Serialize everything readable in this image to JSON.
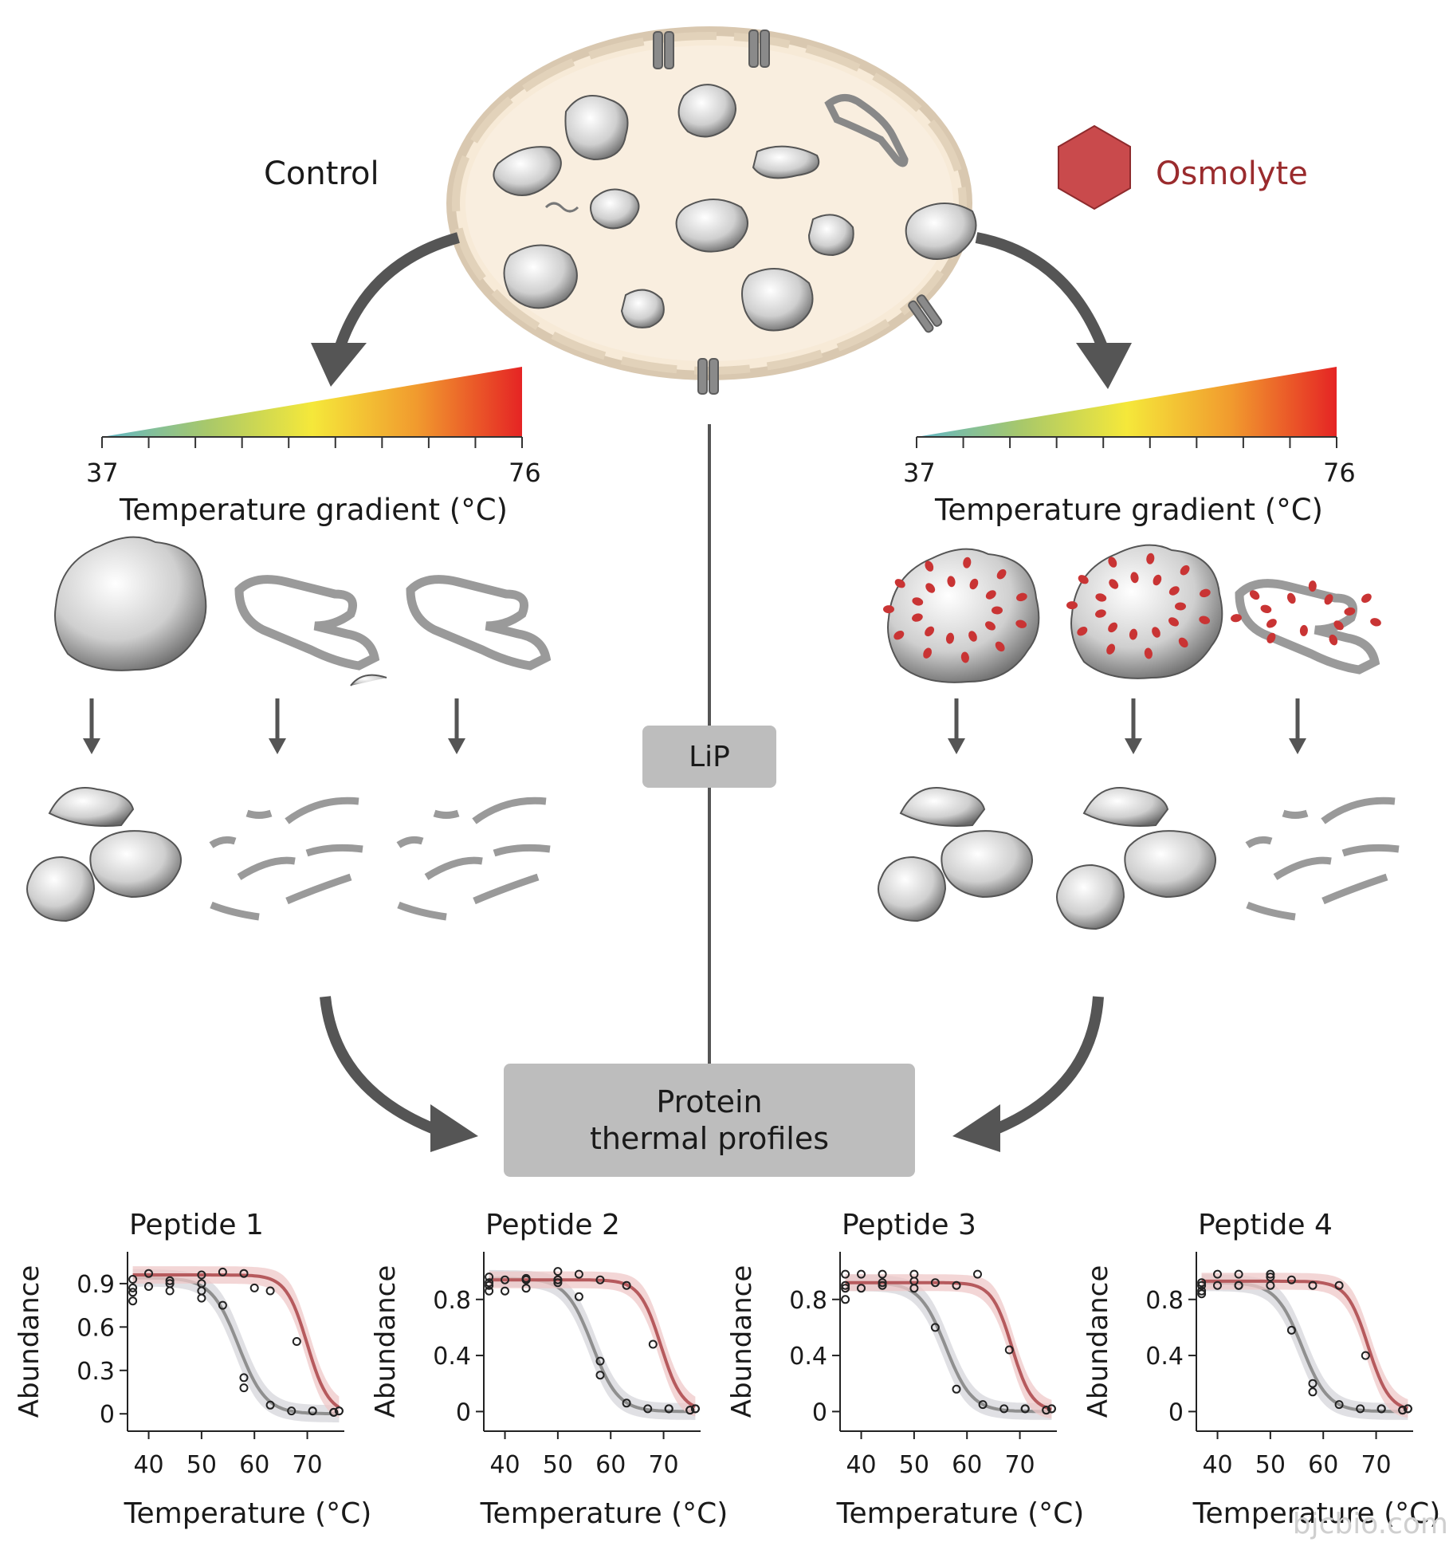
{
  "labels": {
    "control": "Control",
    "osmolyte": "Osmolyte",
    "lip": "LiP",
    "profiles_line1": "Protein",
    "profiles_line2": "thermal profiles",
    "watermark": "bjcbio.com"
  },
  "gradient": {
    "min_label": "37",
    "max_label": "76",
    "title": "Temperature gradient (°C)",
    "tick_count": 10
  },
  "colors": {
    "control_curve": "#8f8f8f",
    "osmolyte_curve": "#b65a5d",
    "osmolyte_icon": "#c94a4c",
    "osmolyte_text": "#9a2b2d",
    "cell_fill": "#f7ead7",
    "box_fill": "#bdbdbd",
    "arrow": "#555555"
  },
  "plot_common": {
    "ylabel": "Abundance",
    "xlabel": "Temperature (°C)",
    "x_ticks": [
      40,
      50,
      60,
      70
    ],
    "x_range": [
      36,
      77
    ]
  },
  "chart_data": [
    {
      "type": "line",
      "title": "Peptide 1",
      "ylim": [
        -0.12,
        1.12
      ],
      "y_ticks": [
        "0",
        "0.3",
        "0.6",
        "0.9"
      ],
      "y_tick_values": [
        0,
        0.3,
        0.6,
        0.9
      ],
      "series": [
        {
          "role": "control",
          "curve": {
            "top": 0.94,
            "mid": 57,
            "slope": 1.25
          },
          "points": [
            [
              37,
              0.93
            ],
            [
              37,
              0.87
            ],
            [
              40,
              0.97
            ],
            [
              44,
              0.85
            ],
            [
              44,
              0.92
            ],
            [
              50,
              0.8
            ],
            [
              50,
              0.85
            ],
            [
              54,
              0.75
            ],
            [
              58,
              0.25
            ],
            [
              58,
              0.18
            ],
            [
              63,
              0.06
            ],
            [
              67,
              0.02
            ],
            [
              71,
              0.02
            ],
            [
              75,
              0.01
            ],
            [
              76,
              0.02
            ]
          ]
        },
        {
          "role": "osmolyte",
          "curve": {
            "top": 0.96,
            "mid": 70,
            "slope": 1.6
          },
          "points": [
            [
              37,
              0.78
            ],
            [
              37,
              0.84
            ],
            [
              40,
              0.88
            ],
            [
              44,
              0.9
            ],
            [
              50,
              0.96
            ],
            [
              50,
              0.9
            ],
            [
              54,
              0.98
            ],
            [
              58,
              0.97
            ],
            [
              60,
              0.87
            ],
            [
              63,
              0.85
            ],
            [
              68,
              0.5
            ],
            [
              71,
              0.02
            ],
            [
              75,
              0.01
            ],
            [
              76,
              0.02
            ]
          ]
        }
      ]
    },
    {
      "type": "line",
      "title": "Peptide 2",
      "ylim": [
        -0.14,
        1.14
      ],
      "y_ticks": [
        "0",
        "0.4",
        "0.8"
      ],
      "y_tick_values": [
        0,
        0.4,
        0.8
      ],
      "series": [
        {
          "role": "control",
          "curve": {
            "top": 0.95,
            "mid": 56.5,
            "slope": 1.3
          },
          "points": [
            [
              37,
              0.96
            ],
            [
              37,
              0.9
            ],
            [
              40,
              0.94
            ],
            [
              44,
              0.88
            ],
            [
              44,
              0.95
            ],
            [
              50,
              0.94
            ],
            [
              50,
              0.92
            ],
            [
              54,
              0.82
            ],
            [
              58,
              0.36
            ],
            [
              58,
              0.26
            ],
            [
              63,
              0.06
            ],
            [
              67,
              0.02
            ],
            [
              71,
              0.02
            ],
            [
              75,
              0.01
            ],
            [
              76,
              0.02
            ]
          ]
        },
        {
          "role": "osmolyte",
          "curve": {
            "top": 0.94,
            "mid": 69.5,
            "slope": 1.6
          },
          "points": [
            [
              37,
              0.86
            ],
            [
              37,
              0.92
            ],
            [
              40,
              0.86
            ],
            [
              44,
              0.94
            ],
            [
              50,
              1.0
            ],
            [
              50,
              0.94
            ],
            [
              54,
              0.98
            ],
            [
              58,
              0.94
            ],
            [
              63,
              0.9
            ],
            [
              68,
              0.48
            ],
            [
              71,
              0.02
            ],
            [
              75,
              0.01
            ],
            [
              76,
              0.02
            ]
          ]
        }
      ]
    },
    {
      "type": "line",
      "title": "Peptide 3",
      "ylim": [
        -0.14,
        1.14
      ],
      "y_ticks": [
        "0",
        "0.4",
        "0.8"
      ],
      "y_tick_values": [
        0,
        0.4,
        0.8
      ],
      "series": [
        {
          "role": "control",
          "curve": {
            "top": 0.92,
            "mid": 56,
            "slope": 1.3
          },
          "points": [
            [
              37,
              0.98
            ],
            [
              37,
              0.9
            ],
            [
              40,
              0.98
            ],
            [
              44,
              0.9
            ],
            [
              44,
              0.98
            ],
            [
              50,
              0.93
            ],
            [
              50,
              0.88
            ],
            [
              54,
              0.6
            ],
            [
              58,
              0.16
            ],
            [
              63,
              0.05
            ],
            [
              67,
              0.02
            ],
            [
              71,
              0.02
            ],
            [
              75,
              0.01
            ],
            [
              76,
              0.02
            ]
          ]
        },
        {
          "role": "osmolyte",
          "curve": {
            "top": 0.92,
            "mid": 68.5,
            "slope": 1.7
          },
          "points": [
            [
              37,
              0.8
            ],
            [
              37,
              0.88
            ],
            [
              40,
              0.88
            ],
            [
              44,
              0.92
            ],
            [
              50,
              0.98
            ],
            [
              54,
              0.92
            ],
            [
              58,
              0.9
            ],
            [
              62,
              0.98
            ],
            [
              68,
              0.44
            ],
            [
              71,
              0.02
            ],
            [
              75,
              0.01
            ],
            [
              76,
              0.02
            ]
          ]
        }
      ]
    },
    {
      "type": "line",
      "title": "Peptide 4",
      "ylim": [
        -0.14,
        1.14
      ],
      "y_ticks": [
        "0",
        "0.4",
        "0.8"
      ],
      "y_tick_values": [
        0,
        0.4,
        0.8
      ],
      "series": [
        {
          "role": "control",
          "curve": {
            "top": 0.92,
            "mid": 56,
            "slope": 1.3
          },
          "points": [
            [
              37,
              0.92
            ],
            [
              37,
              0.86
            ],
            [
              40,
              0.98
            ],
            [
              44,
              0.98
            ],
            [
              44,
              0.9
            ],
            [
              50,
              0.98
            ],
            [
              50,
              0.9
            ],
            [
              54,
              0.58
            ],
            [
              58,
              0.14
            ],
            [
              58,
              0.2
            ],
            [
              63,
              0.05
            ],
            [
              67,
              0.02
            ],
            [
              71,
              0.02
            ],
            [
              75,
              0.01
            ],
            [
              76,
              0.02
            ]
          ]
        },
        {
          "role": "osmolyte",
          "curve": {
            "top": 0.93,
            "mid": 68.5,
            "slope": 1.6
          },
          "points": [
            [
              37,
              0.84
            ],
            [
              37,
              0.9
            ],
            [
              40,
              0.9
            ],
            [
              44,
              0.9
            ],
            [
              50,
              0.96
            ],
            [
              54,
              0.94
            ],
            [
              58,
              0.9
            ],
            [
              63,
              0.9
            ],
            [
              68,
              0.4
            ],
            [
              71,
              0.02
            ],
            [
              75,
              0.01
            ],
            [
              76,
              0.02
            ]
          ]
        }
      ]
    }
  ]
}
